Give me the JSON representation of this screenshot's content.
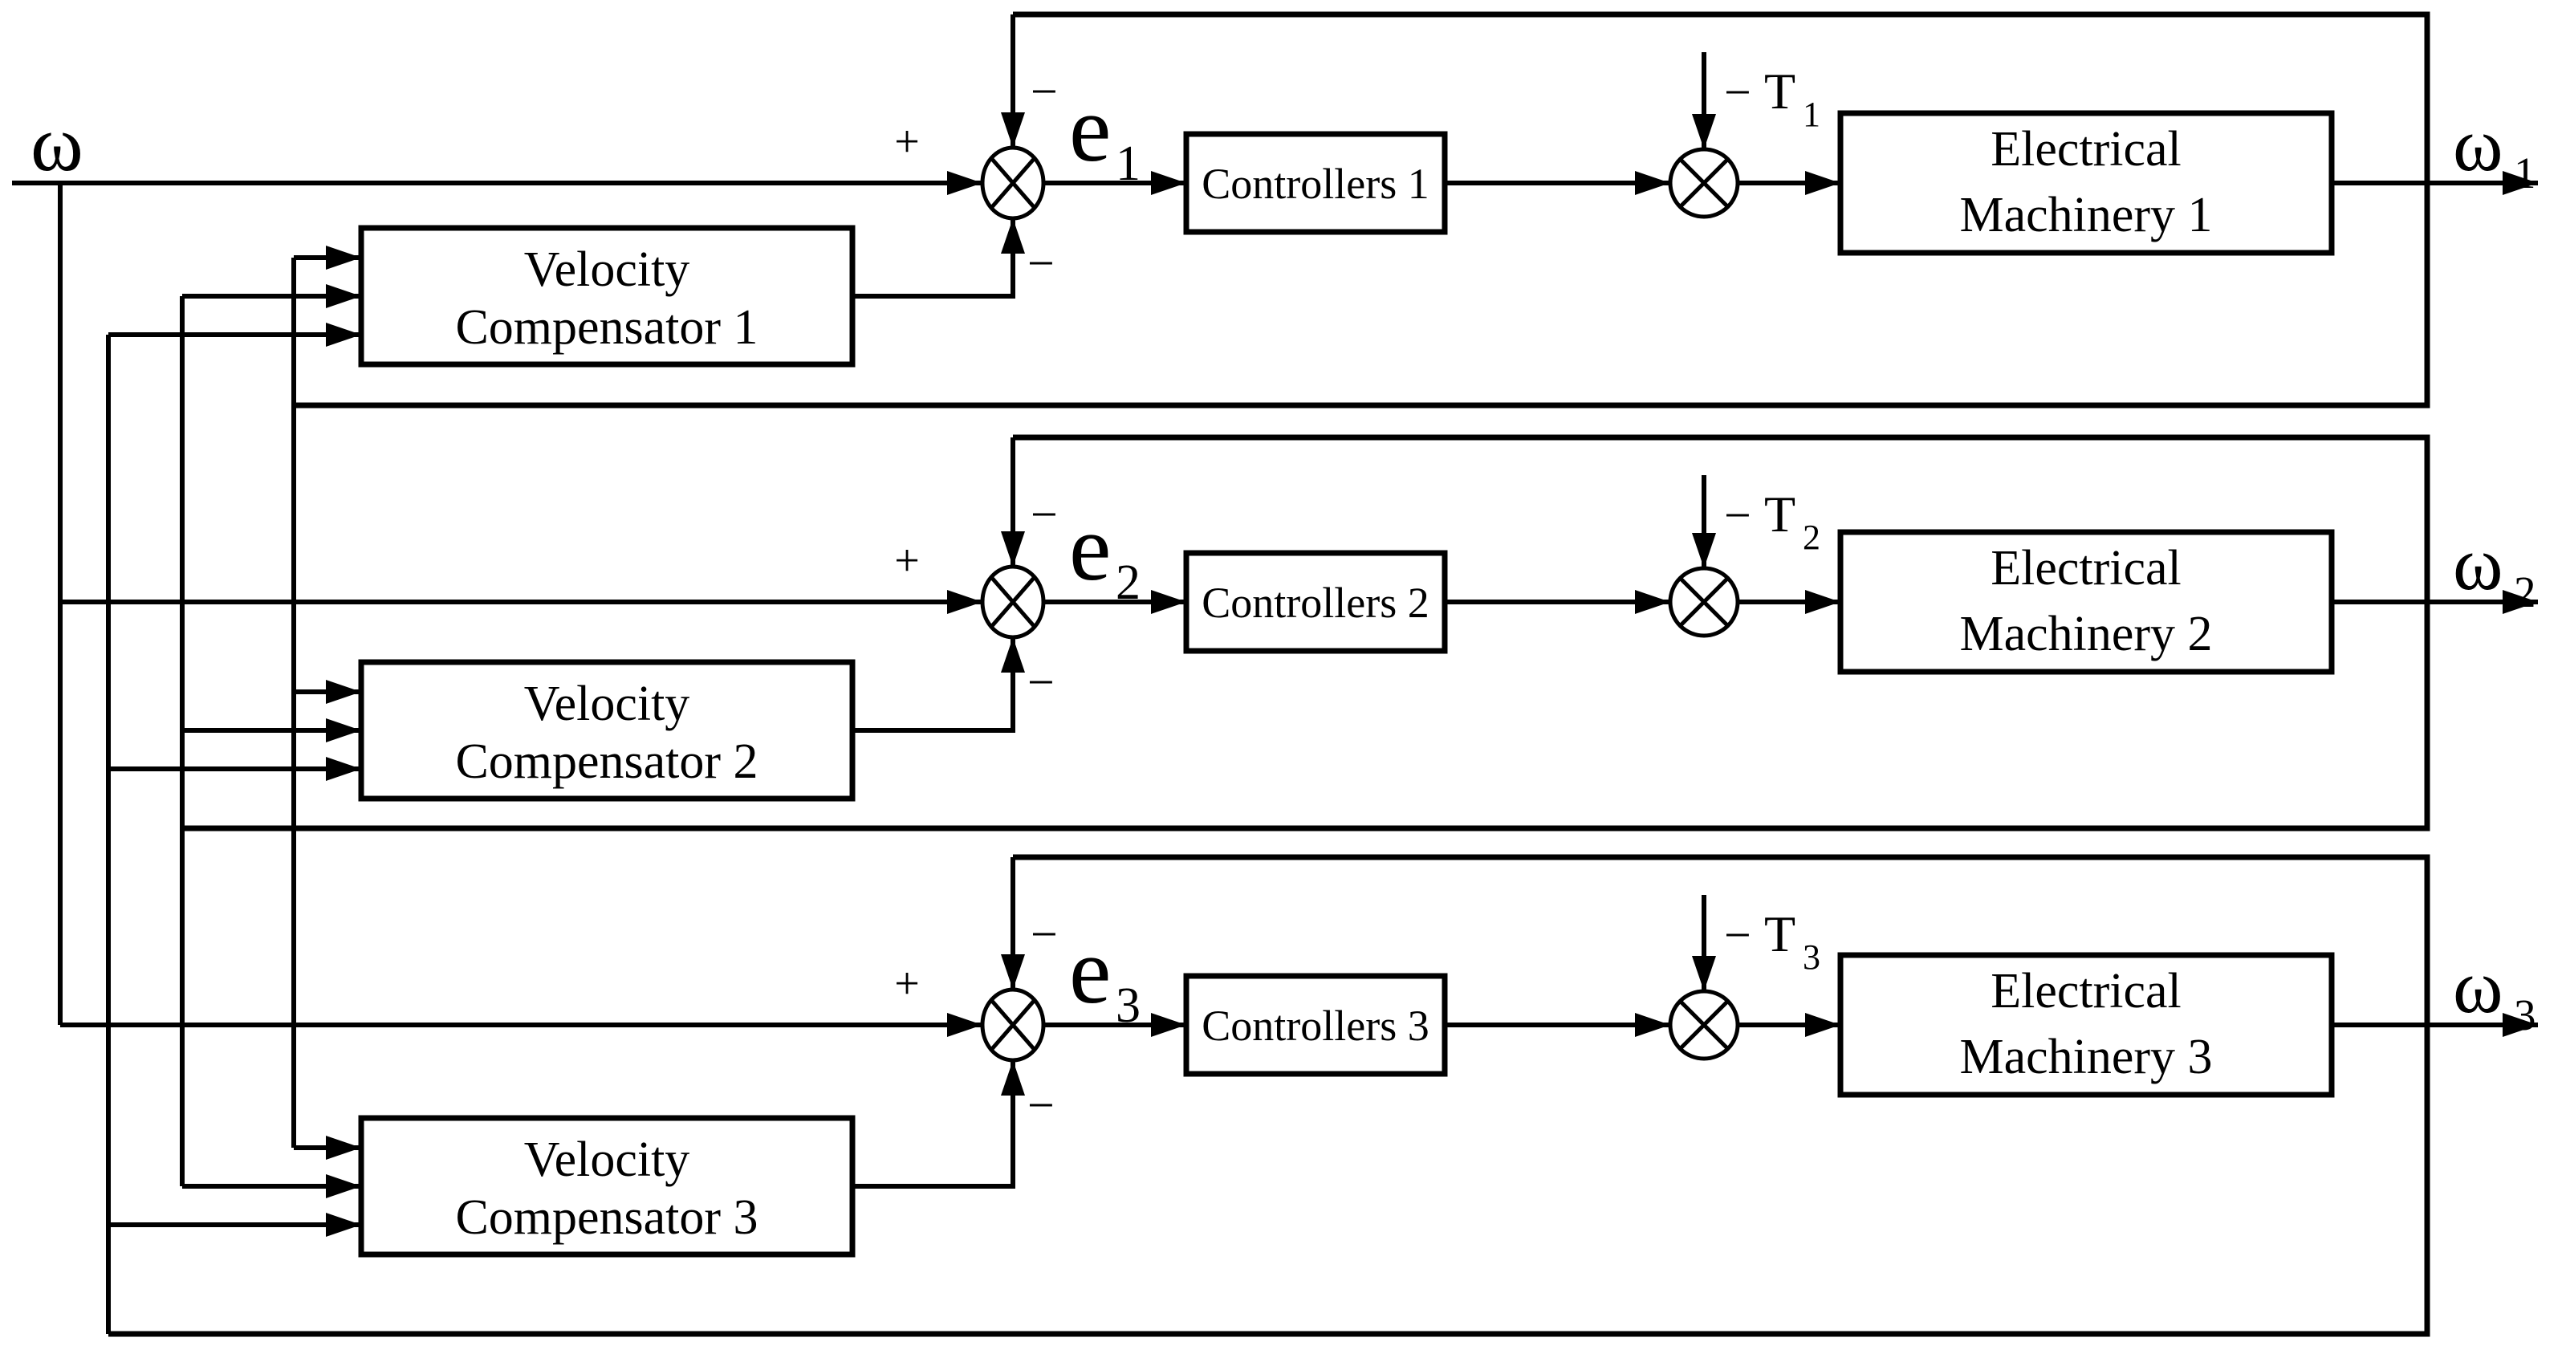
{
  "diagram": {
    "reference": {
      "label": "ω"
    },
    "signs": {
      "plus": "+",
      "minus": "−"
    },
    "channels": [
      {
        "id": "1",
        "error": {
          "base": "e",
          "sub": "1"
        },
        "controller_label": "Controllers 1",
        "disturbance": {
          "minus": "−",
          "base": "T",
          "sub": "1"
        },
        "machinery": {
          "line1": "Electrical",
          "line2": "Machinery 1"
        },
        "compensator": {
          "line1": "Velocity",
          "line2": "Compensator 1"
        },
        "output": {
          "base": "ω",
          "sub": "1"
        }
      },
      {
        "id": "2",
        "error": {
          "base": "e",
          "sub": "2"
        },
        "controller_label": "Controllers 2",
        "disturbance": {
          "minus": "−",
          "base": "T",
          "sub": "2"
        },
        "machinery": {
          "line1": "Electrical",
          "line2": "Machinery 2"
        },
        "compensator": {
          "line1": "Velocity",
          "line2": "Compensator 2"
        },
        "output": {
          "base": "ω",
          "sub": "2"
        }
      },
      {
        "id": "3",
        "error": {
          "base": "e",
          "sub": "3"
        },
        "controller_label": "Controllers 3",
        "disturbance": {
          "minus": "−",
          "base": "T",
          "sub": "3"
        },
        "machinery": {
          "line1": "Electrical",
          "line2": "Machinery 3"
        },
        "compensator": {
          "line1": "Velocity",
          "line2": "Compensator 3"
        },
        "output": {
          "base": "ω",
          "sub": "3"
        }
      }
    ]
  }
}
